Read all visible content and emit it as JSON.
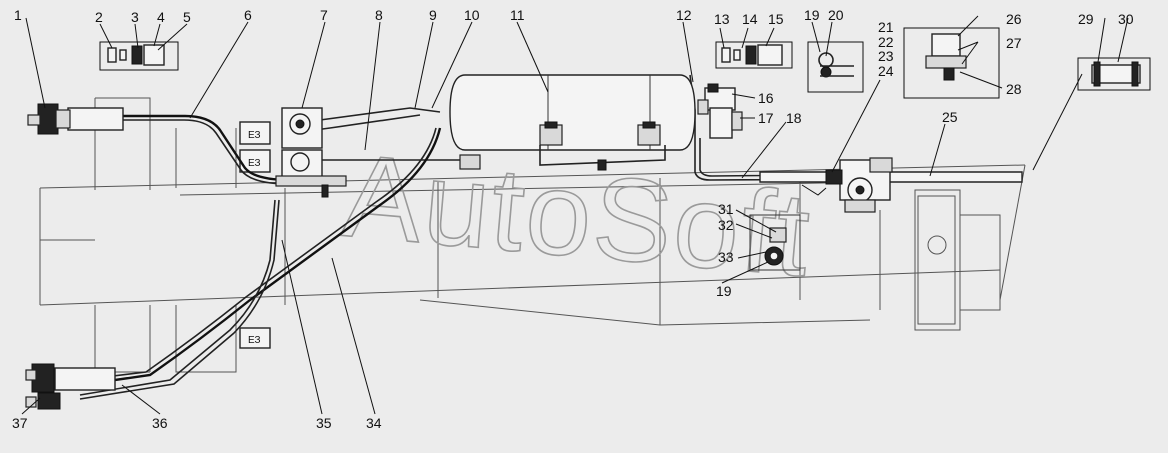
{
  "watermark": "AutoSoft",
  "callouts": [
    {
      "id": "c1",
      "text": "1"
    },
    {
      "id": "c2",
      "text": "2"
    },
    {
      "id": "c3",
      "text": "3"
    },
    {
      "id": "c4",
      "text": "4"
    },
    {
      "id": "c5",
      "text": "5"
    },
    {
      "id": "c6",
      "text": "6"
    },
    {
      "id": "c7",
      "text": "7"
    },
    {
      "id": "c8",
      "text": "8"
    },
    {
      "id": "c9",
      "text": "9"
    },
    {
      "id": "c10",
      "text": "10"
    },
    {
      "id": "c11",
      "text": "11"
    },
    {
      "id": "c12",
      "text": "12"
    },
    {
      "id": "c13",
      "text": "13"
    },
    {
      "id": "c14",
      "text": "14"
    },
    {
      "id": "c15",
      "text": "15"
    },
    {
      "id": "c16",
      "text": "16"
    },
    {
      "id": "c17",
      "text": "17"
    },
    {
      "id": "c18",
      "text": "18"
    },
    {
      "id": "c19a",
      "text": "19"
    },
    {
      "id": "c20",
      "text": "20"
    },
    {
      "id": "c21",
      "text": "21"
    },
    {
      "id": "c22",
      "text": "22"
    },
    {
      "id": "c23",
      "text": "23"
    },
    {
      "id": "c24",
      "text": "24"
    },
    {
      "id": "c25",
      "text": "25"
    },
    {
      "id": "c26",
      "text": "26"
    },
    {
      "id": "c27",
      "text": "27"
    },
    {
      "id": "c28",
      "text": "28"
    },
    {
      "id": "c29",
      "text": "29"
    },
    {
      "id": "c30",
      "text": "30"
    },
    {
      "id": "c31",
      "text": "31"
    },
    {
      "id": "c32",
      "text": "32"
    },
    {
      "id": "c33",
      "text": "33"
    },
    {
      "id": "c19b",
      "text": "19"
    },
    {
      "id": "c34",
      "text": "34"
    },
    {
      "id": "c35",
      "text": "35"
    },
    {
      "id": "c36",
      "text": "36"
    },
    {
      "id": "c37",
      "text": "37"
    }
  ]
}
